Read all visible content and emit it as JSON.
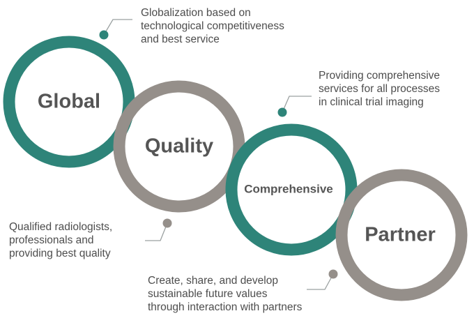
{
  "colors": {
    "teal": "#2e8479",
    "gray": "#958f8a",
    "label": "#555555",
    "text": "#4d4d4d",
    "connector": "#9aa0a0"
  },
  "circles": [
    {
      "id": "global",
      "label": "Global",
      "color": "teal"
    },
    {
      "id": "quality",
      "label": "Quality",
      "color": "gray"
    },
    {
      "id": "comprehensive",
      "label": "Comprehensive",
      "color": "teal"
    },
    {
      "id": "partner",
      "label": "Partner",
      "color": "gray"
    }
  ],
  "descriptions": {
    "global": [
      "Globalization based on",
      "technological competitiveness",
      "and best service"
    ],
    "comprehensive": [
      "Providing comprehensive",
      "services for all processes",
      "in clinical trial imaging"
    ],
    "quality": [
      "Qualified radiologists,",
      "professionals and",
      "providing best quality"
    ],
    "partner": [
      "Create, share, and develop",
      "sustainable future values",
      "through interaction with partners"
    ]
  }
}
